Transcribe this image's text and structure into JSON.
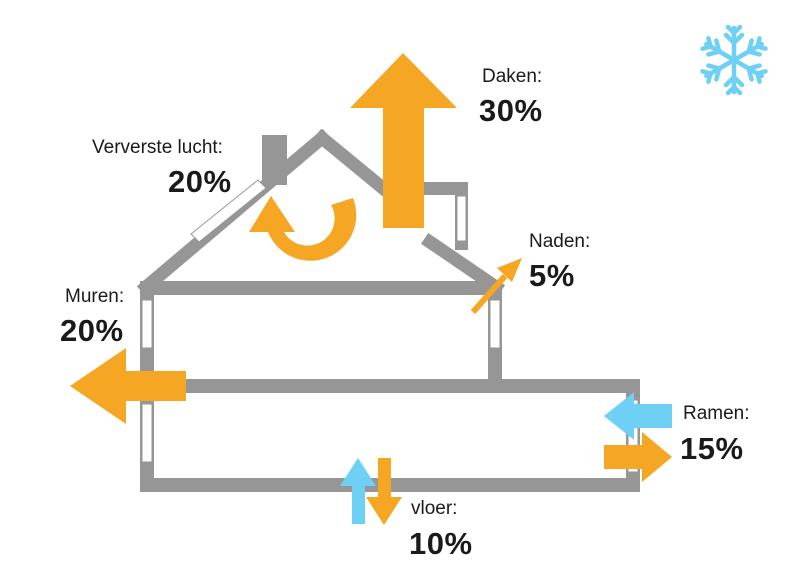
{
  "colors": {
    "house": "#969696",
    "warm": "#f5a623",
    "cold": "#6ed0f4",
    "text": "#1a1a1a"
  },
  "icons": {
    "cold_symbol": "snowflake-icon"
  },
  "labels": {
    "roofs": {
      "name": "Daken:",
      "value": "30%"
    },
    "fresh_air": {
      "name": "Ververste lucht:",
      "value": "20%"
    },
    "seams": {
      "name": "Naden:",
      "value": "5%"
    },
    "walls": {
      "name": "Muren:",
      "value": "20%"
    },
    "windows": {
      "name": "Ramen:",
      "value": "15%"
    },
    "floor": {
      "name": "vloer:",
      "value": "10%"
    }
  }
}
